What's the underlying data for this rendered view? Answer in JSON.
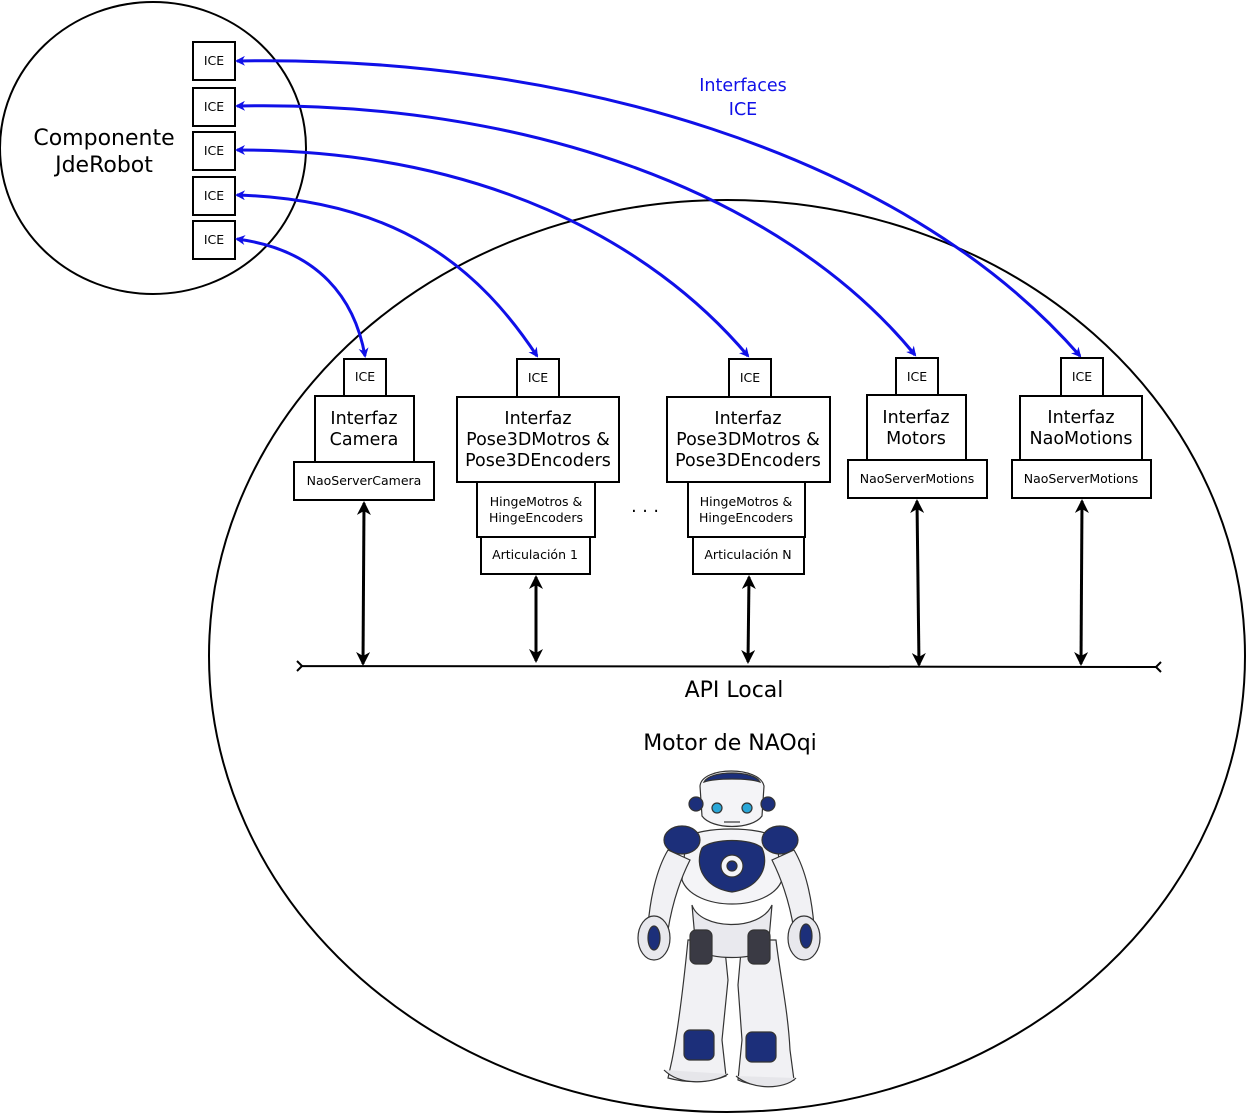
{
  "component": {
    "line1": "Componente",
    "line2": "JdeRobot",
    "ports": [
      "ICE",
      "ICE",
      "ICE",
      "ICE",
      "ICE"
    ]
  },
  "interfaces_label": {
    "line1": "Interfaces",
    "line2": "ICE"
  },
  "modules": [
    {
      "ice": "ICE",
      "title": [
        "Interfaz",
        "Camera"
      ],
      "server": "NaoServerCamera"
    },
    {
      "ice": "ICE",
      "title": [
        "Interfaz",
        "Pose3DMotros &",
        "Pose3DEncoders"
      ],
      "hinge": [
        "HingeMotros &",
        "HingeEncoders"
      ],
      "joint": "Articulación 1"
    },
    {
      "ice": "ICE",
      "title": [
        "Interfaz",
        "Pose3DMotros &",
        "Pose3DEncoders"
      ],
      "hinge": [
        "HingeMotros &",
        "HingeEncoders"
      ],
      "joint": "Articulación N"
    },
    {
      "ice": "ICE",
      "title": [
        "Interfaz",
        "Motors"
      ],
      "server": "NaoServerMotions"
    },
    {
      "ice": "ICE",
      "title": [
        "Interfaz",
        "NaoMotions"
      ],
      "server": "NaoServerMotions"
    }
  ],
  "ellipsis": ". . .",
  "api_label": "API Local",
  "engine_label": "Motor de NAOqi",
  "colors": {
    "arrow_blue": "#1010e8",
    "robot_blue": "#1c2f7a"
  }
}
